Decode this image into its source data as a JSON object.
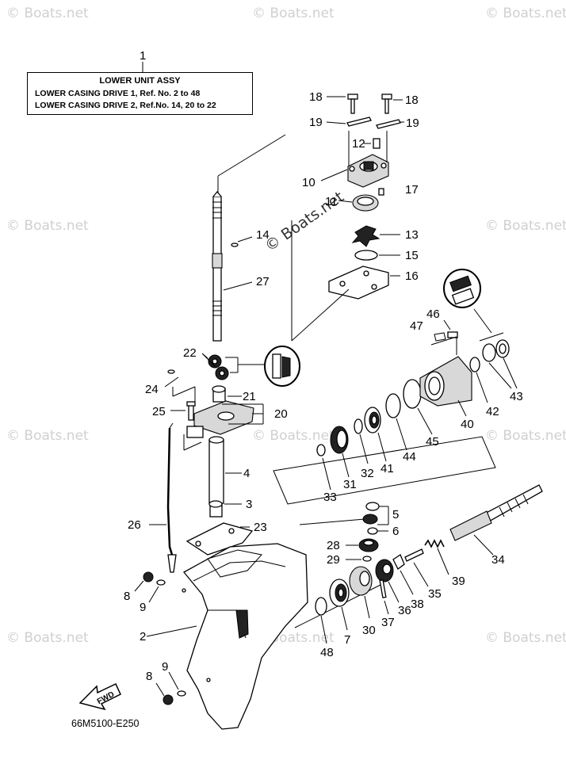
{
  "header_box": {
    "ref_number": "1",
    "title": "LOWER UNIT ASSY",
    "line1": "LOWER CASING DRIVE 1,  Ref. No. 2 to 48",
    "line2": "LOWER CASING DRIVE 2,  Ref.No. 14, 20 to 22"
  },
  "diagram_code": "66M5100-E250",
  "fwd_label": "FWD",
  "callouts": {
    "c2": "2",
    "c4": "4",
    "c3": "3",
    "c5": "5",
    "c6": "6",
    "c7": "7",
    "c8a": "8",
    "c8b": "8",
    "c9a": "9",
    "c9b": "9",
    "c10": "10",
    "c11": "11",
    "c12": "12",
    "c13": "13",
    "c14": "14",
    "c15": "15",
    "c16": "16",
    "c17": "17",
    "c18a": "18",
    "c18b": "18",
    "c19a": "19",
    "c19b": "19",
    "c20": "20",
    "c21": "21",
    "c22": "22",
    "c23": "23",
    "c24": "24",
    "c25": "25",
    "c26": "26",
    "c27": "27",
    "c28": "28",
    "c29": "29",
    "c30": "30",
    "c31": "31",
    "c32": "32",
    "c33": "33",
    "c34": "34",
    "c35": "35",
    "c36": "36",
    "c37": "37",
    "c38": "38",
    "c39": "39",
    "c40": "40",
    "c41": "41",
    "c42": "42",
    "c43": "43",
    "c44": "44",
    "c45": "45",
    "c46": "46",
    "c47": "47",
    "c48": "48"
  },
  "watermark": "© Boats.net"
}
